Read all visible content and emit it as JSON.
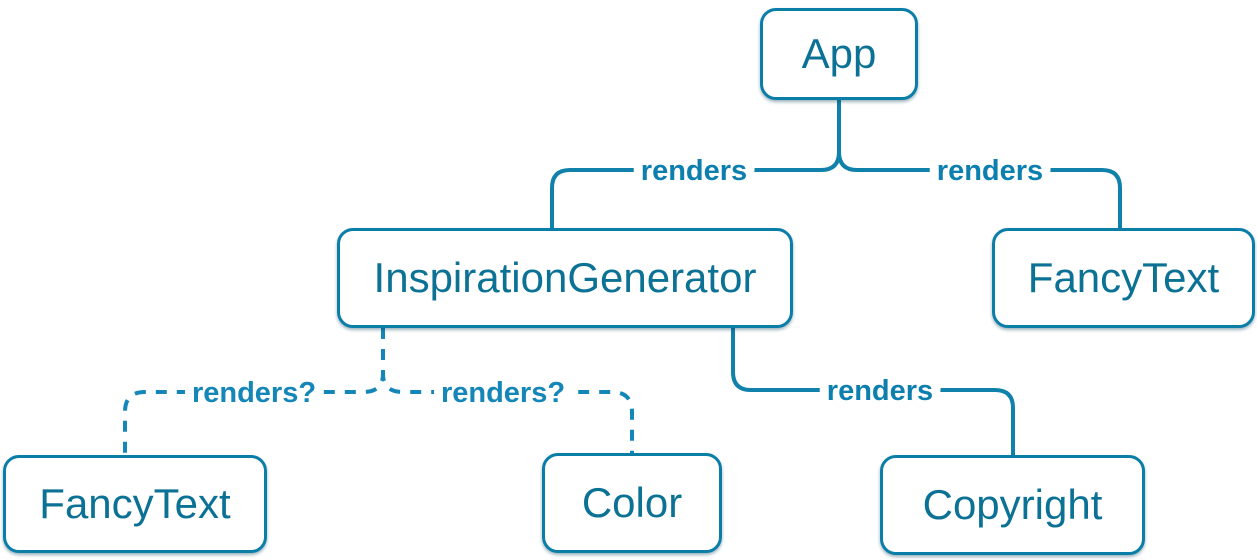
{
  "diagram": {
    "kind": "component-render-tree",
    "nodes": {
      "app": {
        "label": "App"
      },
      "inspiration_generator": {
        "label": "InspirationGenerator"
      },
      "fancy_text_top": {
        "label": "FancyText"
      },
      "fancy_text_bottom": {
        "label": "FancyText"
      },
      "color": {
        "label": "Color"
      },
      "copyright": {
        "label": "Copyright"
      }
    },
    "edges": {
      "app_to_inspiration_generator": {
        "label": "renders",
        "style": "solid"
      },
      "app_to_fancy_text": {
        "label": "renders",
        "style": "solid"
      },
      "inspiration_generator_to_fancy_text": {
        "label": "renders?",
        "style": "dashed"
      },
      "inspiration_generator_to_color": {
        "label": "renders?",
        "style": "dashed"
      },
      "inspiration_generator_to_copyright": {
        "label": "renders",
        "style": "solid"
      }
    },
    "colors": {
      "node_border": "#0b7ea8",
      "node_text": "#0c7295",
      "solid_edge": "#0f81ab",
      "dashed_edge": "#1486b8",
      "edge_label": "#0d7fae",
      "background": "#ffffff"
    }
  }
}
